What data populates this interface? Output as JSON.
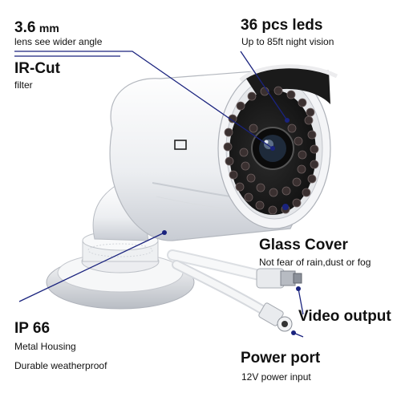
{
  "callouts": {
    "lens": {
      "value": "3.6",
      "unit": "mm",
      "description": "lens see wider angle"
    },
    "ircut": {
      "title": "IR-Cut",
      "description": "filter"
    },
    "leds": {
      "title": "36 pcs leds",
      "description": "Up to 85ft night vision"
    },
    "glass": {
      "title": "Glass Cover",
      "description": "Not fear of rain,dust or fog"
    },
    "video": {
      "title": "Video output"
    },
    "ip": {
      "title": "IP 66",
      "line1": "Metal Housing",
      "line2": "Durable weatherproof"
    },
    "power": {
      "title": "Power port",
      "description": "12V power input"
    }
  },
  "colors": {
    "callout_line": "#1a237e",
    "housing": "#f1f2f4",
    "shadow": "#c9ccd2"
  }
}
